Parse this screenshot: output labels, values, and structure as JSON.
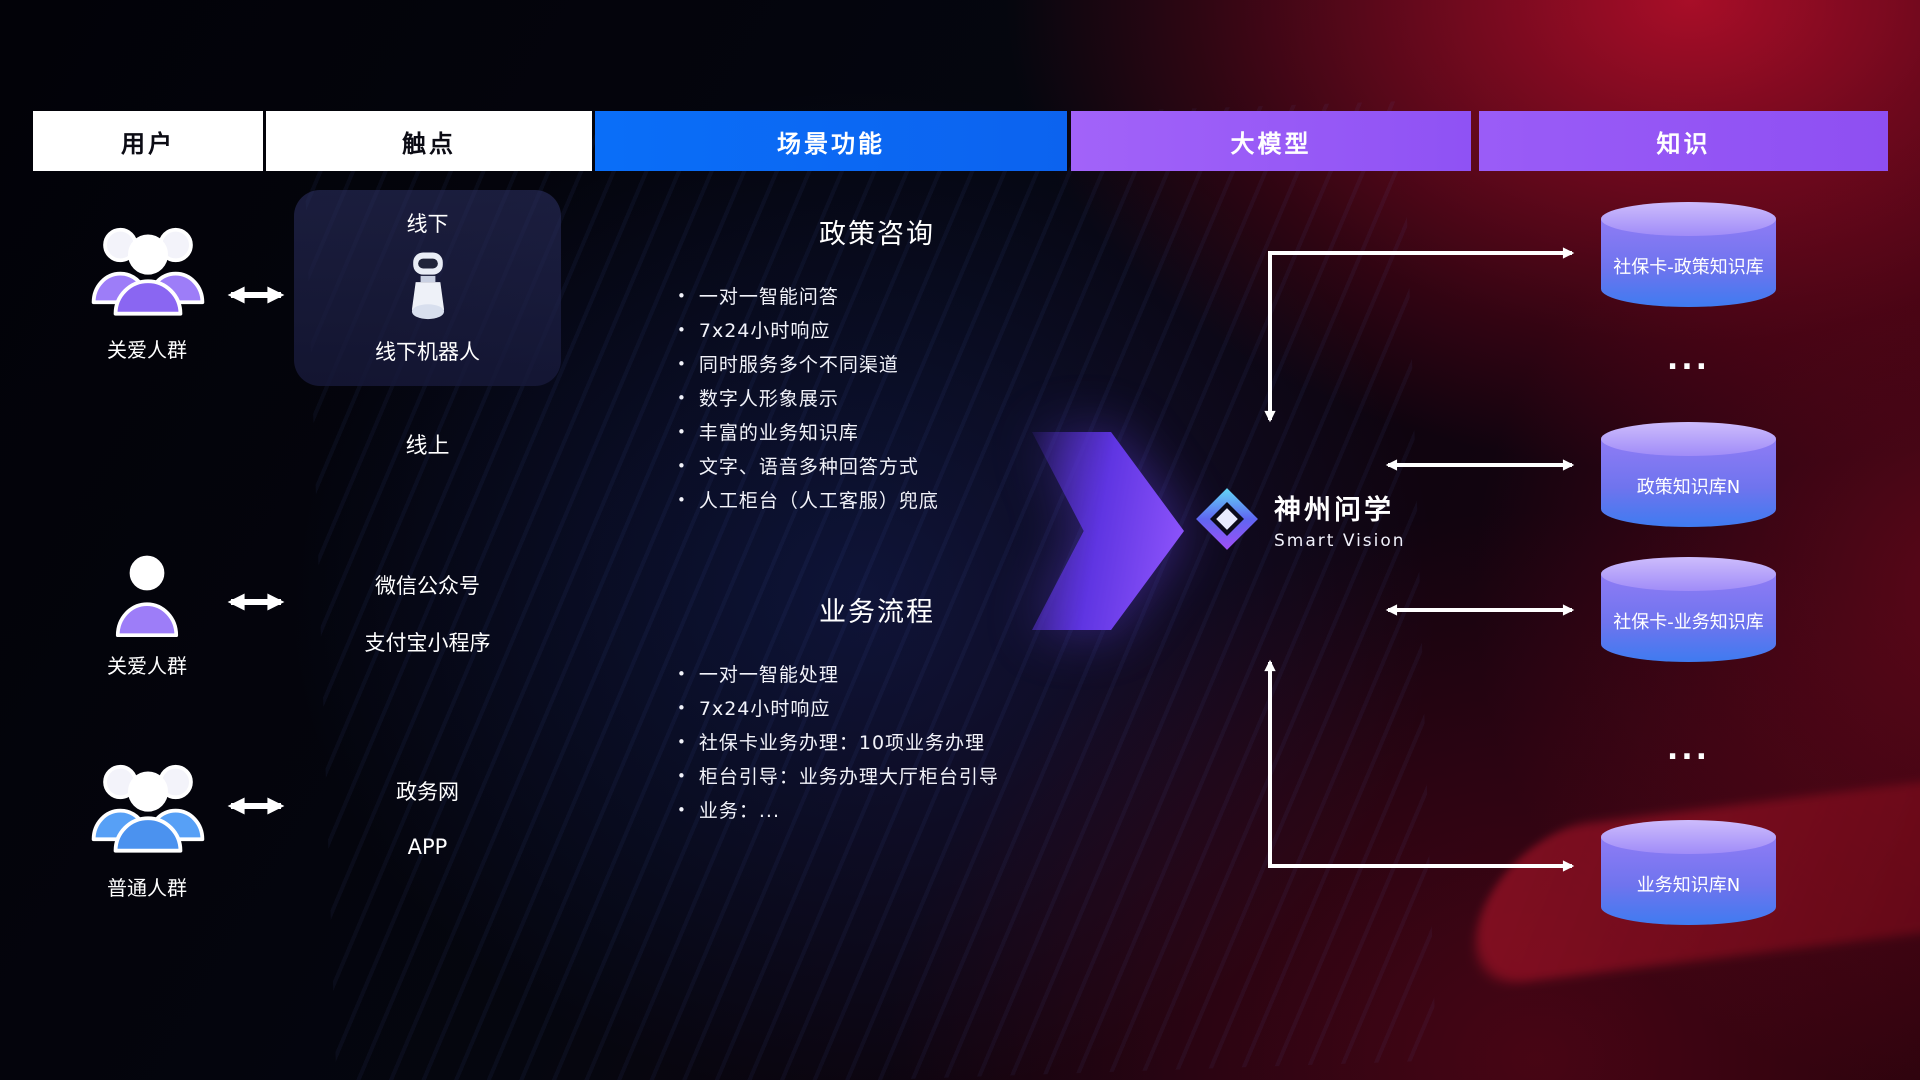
{
  "columns": [
    {
      "label": "用户"
    },
    {
      "label": "触点"
    },
    {
      "label": "场景功能"
    },
    {
      "label": "大模型"
    },
    {
      "label": "知识"
    }
  ],
  "users": [
    {
      "label": "关爱人群",
      "icon": "users-group-icon",
      "color": "#9d7df8"
    },
    {
      "label": "关爱人群",
      "icon": "user-icon",
      "color": "#9d7df8"
    },
    {
      "label": "普通人群",
      "icon": "users-group-icon",
      "color": "#57a0f6"
    }
  ],
  "touchpoints": {
    "offline_mode_label": "线下",
    "offline_device_label": "线下机器人",
    "online_mode_label": "线上",
    "online_channels": [
      "微信公众号",
      "支付宝小程序",
      "政务网",
      "APP"
    ]
  },
  "scenarios": [
    {
      "title": "政策咨询",
      "items": [
        "一对一智能问答",
        "7x24小时响应",
        "同时服务多个不同渠道",
        "数字人形象展示",
        "丰富的业务知识库",
        "文字、语音多种回答方式",
        "人工柜台（人工客服）兜底"
      ]
    },
    {
      "title": "业务流程",
      "items": [
        "一对一智能处理",
        "7x24小时响应",
        "社保卡业务办理：10项业务办理",
        "柜台引导：业务办理大厅柜台引导",
        "业务：..."
      ]
    }
  ],
  "model": {
    "name": "神州问学",
    "subtitle": "Smart Vision"
  },
  "knowledge_bases": [
    "社保卡-政策知识库",
    "政策知识库N",
    "社保卡-业务知识库",
    "业务知识库N"
  ],
  "ellipsis": "...",
  "colors": {
    "header_user_bg": "#ffffff",
    "header_touchpoint_bg": "#ffffff",
    "header_scenario_bg": "#0a6ef8",
    "header_model_bg": "#9a5cf7",
    "header_knowledge_bg": "#9a5cf7",
    "user_icon_purple": "#9d7df8",
    "user_icon_blue": "#57a0f6",
    "db_gradient_top": "#bda9fb",
    "db_gradient_bottom": "#3f7bf0",
    "connector_arrow": "#ffffff",
    "flow_arrow": "#7c4ff0"
  }
}
